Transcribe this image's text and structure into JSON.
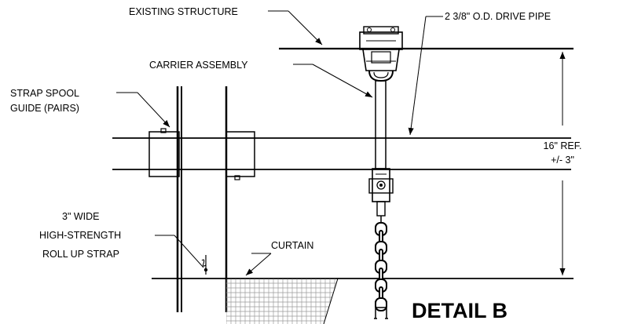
{
  "labels": {
    "existing_structure": "EXISTING STRUCTURE",
    "drive_pipe": "2 3/8\" O.D. DRIVE PIPE",
    "carrier_assembly": "CARRIER ASSEMBLY",
    "strap_spool_guide_line1": "STRAP SPOOL",
    "strap_spool_guide_line2": "GUIDE (PAIRS)",
    "dimension_line1": "16\" REF.",
    "dimension_line2": "+/- 3\"",
    "strap_line1": "3\" WIDE",
    "strap_line2": "HIGH-STRENGTH",
    "strap_line3": "ROLL UP STRAP",
    "curtain": "CURTAIN"
  },
  "title": "DETAIL B",
  "colors": {
    "line": "#000000",
    "curtain_mesh": "#9a9a9a",
    "background": "#ffffff"
  }
}
